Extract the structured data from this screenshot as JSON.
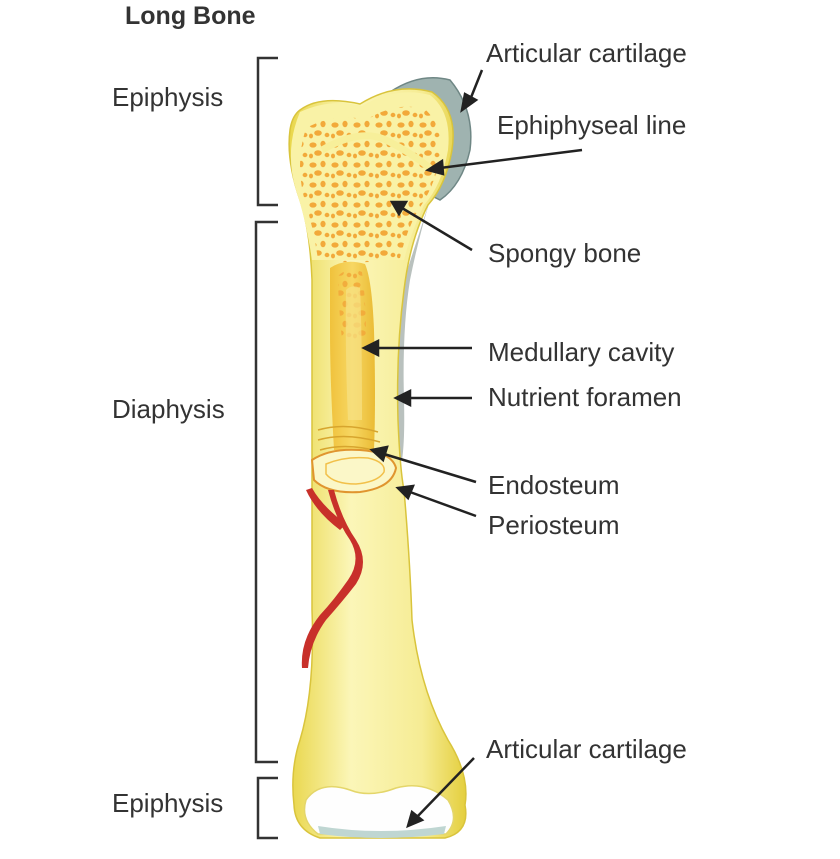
{
  "title": "Long Bone",
  "regions": {
    "epiphysis_top": "Epiphysis",
    "diaphysis": "Diaphysis",
    "epiphysis_bottom": "Epiphysis"
  },
  "labels": {
    "articular_cartilage_top": "Articular cartilage",
    "epiphyseal_line": "Ephiphyseal line",
    "spongy_bone": "Spongy bone",
    "medullary_cavity": "Medullary cavity",
    "nutrient_foramen": "Nutrient foramen",
    "endosteum": "Endosteum",
    "periosteum": "Periosteum",
    "articular_cartilage_bottom": "Articular cartilage"
  },
  "colors": {
    "bone": "#f8ef9a",
    "bone_shade": "#efdd5a",
    "spongy": "#f4b545",
    "cartilage": "#9fb3b0",
    "vessel": "#c8302a",
    "text": "#333333"
  }
}
